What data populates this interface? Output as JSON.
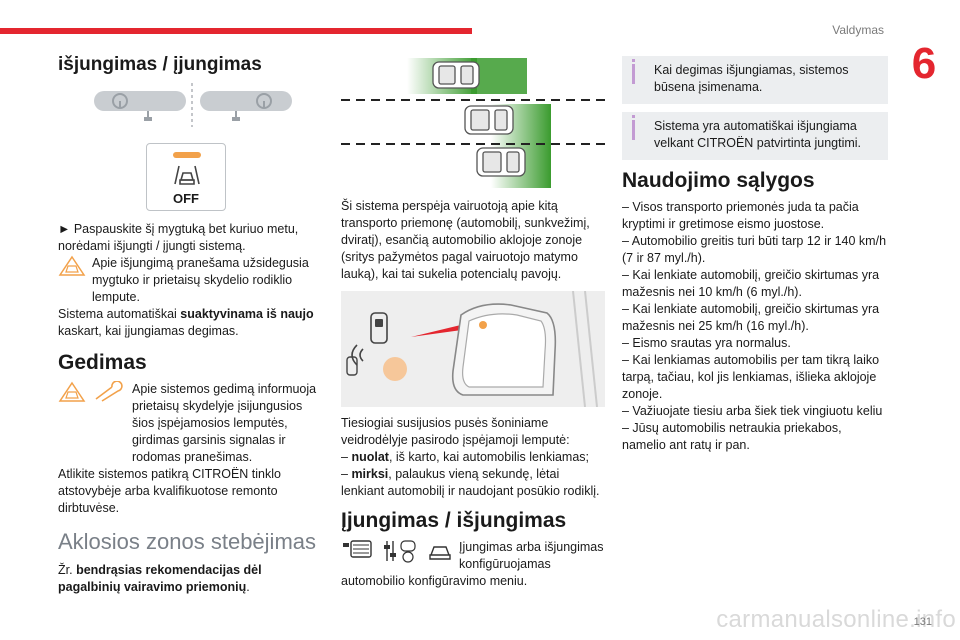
{
  "header": {
    "section": "Valdymas",
    "chapter": "6",
    "page_number": "131"
  },
  "watermark": "carmanualsonline.info",
  "col1": {
    "h_off": "išjungimas / įjungimas",
    "off_label": "OFF",
    "p1": "► Paspauskite šį mygtuką bet kuriuo metu, norėdami išjungti / įjungti sistemą.",
    "warn1": "Apie išjungimą pranešama užsidegusia mygtuko ir prietaisų skydelio rodiklio lempute.",
    "p2_a": "Sistema automatiškai ",
    "p2_b": "suaktyvinama iš naujo",
    "p2_c": " kaskart, kai įjungiamas degimas.",
    "h_gedimas": "Gedimas",
    "warn2": "Apie sistemos gedimą informuoja prietaisų skydelyje įsijungusios šios įspėjamosios lemputės, girdimas garsinis signalas ir rodomas pranešimas.",
    "p3": "Atlikite sistemos patikrą CITROËN tinklo atstovybėje arba kvalifikuotose remonto dirbtuvėse.",
    "h_aklosios": "Aklosios zonos stebėjimas",
    "p4_a": "Žr. ",
    "p4_b": "bendrąsias rekomendacijas dėl pagalbinių vairavimo priemonių",
    "p4_c": "."
  },
  "col2": {
    "p1": "Ši sistema perspėja vairuotoją apie kitą transporto priemonę (automobilį, sunkvežimį, dviratį), esančią automobilio aklojoje zonoje (sritys pažymėtos pagal vairuotojo matymo lauką), kai tai sukelia potencialų pavojų.",
    "p2": "Tiesiogiai susijusios pusės šoniniame veidrodėlyje pasirodo įspėjamoji lemputė:",
    "li1_a": "– ",
    "li1_b": "nuolat",
    "li1_c": ", iš karto, kai automobilis lenkiamas;",
    "li2_a": "– ",
    "li2_b": "mirksi",
    "li2_c": ", palaukus vieną sekundę, lėtai lenkiant automobilį ir naudojant posūkio rodiklį.",
    "h_ijungimas": "Įjungimas / išjungimas",
    "p3_inline": "Įjungimas arba išjungimas konfigūruojamas",
    "p3_rest": "automobilio konfigūravimo meniu."
  },
  "col3": {
    "info1": "Kai degimas išjungiamas, sistemos būsena įsimenama.",
    "info2": "Sistema yra automatiškai išjungiama velkant CITROËN patvirtinta jungtimi.",
    "h_naudojimo": "Naudojimo sąlygos",
    "conditions": [
      "– Visos transporto priemonės juda ta pačia kryptimi ir gretimose eismo juostose.",
      "– Automobilio greitis turi būti tarp 12 ir 140 km/h (7 ir 87 myl./h).",
      "– Kai lenkiate automobilį, greičio skirtumas yra mažesnis nei 10 km/h (6 myl./h).",
      "– Kai lenkiate automobilį, greičio skirtumas yra mažesnis nei 25 km/h (16 myl./h).",
      "– Eismo srautas yra normalus.",
      "– Kai lenkiamas automobilis per tam tikrą laiko tarpą, tačiau, kol jis lenkiamas, išlieka aklojoje zonoje.",
      "– Važiuojate tiesiu arba šiek tiek vingiuotu keliu",
      "– Jūsų automobilis netraukia priekabos, namelio ant ratų ir pan."
    ]
  },
  "colors": {
    "brand_red": "#e4262f",
    "green": "#3a9b2e",
    "info_purple": "#c39bd3",
    "warn_orange": "#f2a14a"
  }
}
